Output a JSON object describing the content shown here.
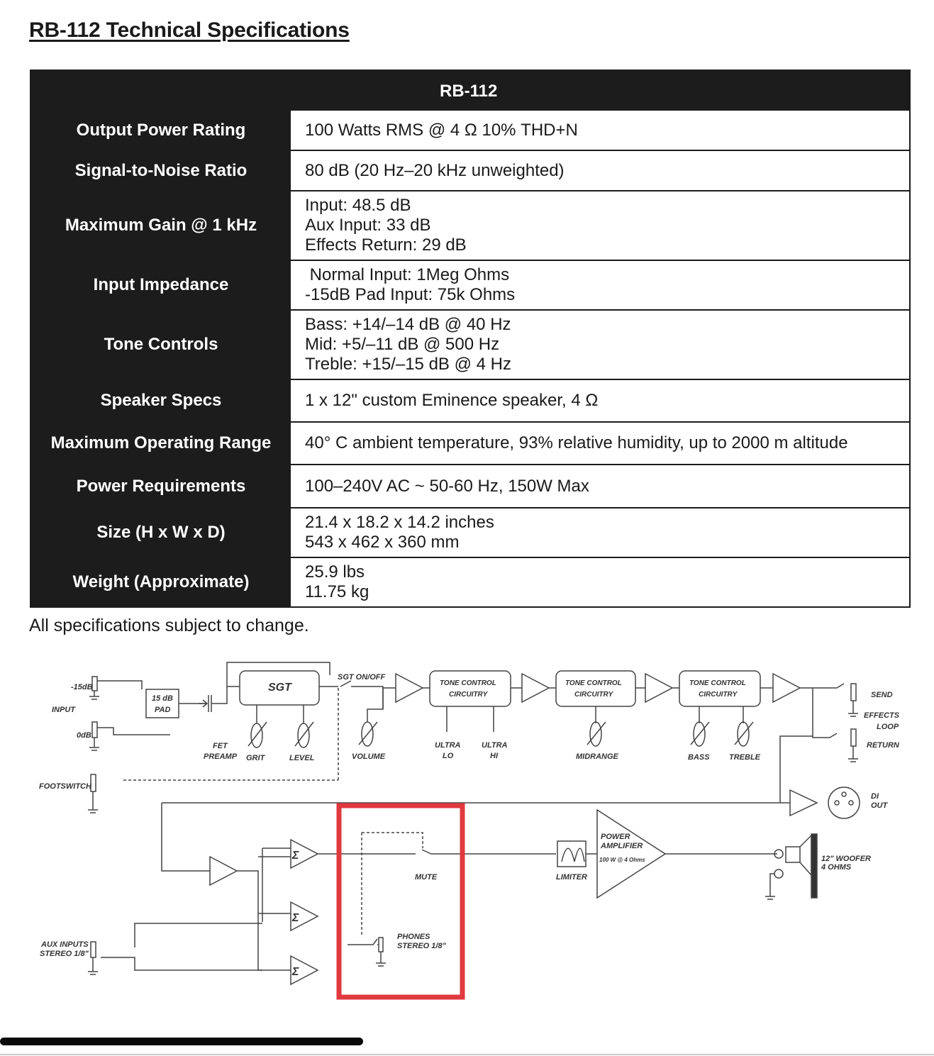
{
  "title": "RB-112 Technical Specifications",
  "table": {
    "header": "RB-112",
    "rows": [
      {
        "label": "Output Power Rating",
        "lines": [
          "100 Watts RMS @ 4 Ω 10% THD+N"
        ]
      },
      {
        "label": "Signal-to-Noise Ratio",
        "lines": [
          "80 dB (20 Hz–20 kHz unweighted)"
        ]
      },
      {
        "label": "Maximum Gain @ 1 kHz",
        "lines": [
          "Input: 48.5 dB",
          "Aux Input: 33 dB",
          "Effects Return: 29 dB"
        ]
      },
      {
        "label": "Input Impedance",
        "lines": [
          " Normal Input: 1Meg Ohms",
          "-15dB Pad Input: 75k Ohms"
        ]
      },
      {
        "label": "Tone Controls",
        "lines": [
          "Bass: +14/–14 dB @ 40 Hz",
          "Mid: +5/–11 dB @ 500 Hz",
          "Treble: +15/–15 dB @ 4 Hz"
        ]
      },
      {
        "label": "Speaker Specs",
        "lines": [
          "1 x 12\" custom Eminence speaker, 4 Ω"
        ]
      },
      {
        "label": "Maximum Operating Range",
        "lines": [
          "40° C ambient temperature, 93% relative humidity, up to 2000 m altitude"
        ]
      },
      {
        "label": "Power Requirements",
        "lines": [
          "100–240V AC ~ 50-60 Hz, 150W Max"
        ]
      },
      {
        "label": "Size (H x W x D)",
        "lines": [
          "21.4 x 18.2 x 14.2 inches",
          "543 x 462 x 360 mm"
        ]
      },
      {
        "label": "Weight (Approximate)",
        "lines": [
          "25.9 lbs",
          "11.75 kg"
        ]
      }
    ]
  },
  "note": "All specifications subject to change.",
  "diagram": {
    "input_15db": "-15dB",
    "input_label": "INPUT",
    "input_0db": "0dB",
    "pad_line1": "15 dB",
    "pad_line2": "PAD",
    "fet_line1": "FET",
    "fet_line2": "PREAMP",
    "sgt": "SGT",
    "sgt_onoff": "SGT ON/OFF",
    "grit": "GRIT",
    "level": "LEVEL",
    "volume": "VOLUME",
    "tone1_line1": "TONE CONTROL",
    "tone1_line2": "CIRCUITRY",
    "tone2_line1": "TONE CONTROL",
    "tone2_line2": "CIRCUITRY",
    "tone3_line1": "TONE CONTROL",
    "tone3_line2": "CIRCUITRY",
    "ultra_lo_1": "ULTRA",
    "ultra_lo_2": "LO",
    "ultra_hi_1": "ULTRA",
    "ultra_hi_2": "HI",
    "midrange": "MIDRANGE",
    "bass": "BASS",
    "treble": "TREBLE",
    "send": "SEND",
    "effects": "EFFECTS",
    "loop": "LOOP",
    "return": "RETURN",
    "footswitch": "FOOTSWITCH",
    "di_1": "DI",
    "di_2": "OUT",
    "mute": "MUTE",
    "limiter": "LIMITER",
    "power_1": "POWER",
    "power_2": "AMPLIFIER",
    "power_3": "100 W @ 4 Ohms",
    "woofer_1": "12\" WOOFER",
    "woofer_2": "4 OHMS",
    "phones_1": "PHONES",
    "phones_2": "STEREO 1/8\"",
    "aux_1": "AUX INPUTS",
    "aux_2": "STEREO 1/8\"",
    "sigma": "Σ",
    "highlight_color": "#e0393e"
  }
}
